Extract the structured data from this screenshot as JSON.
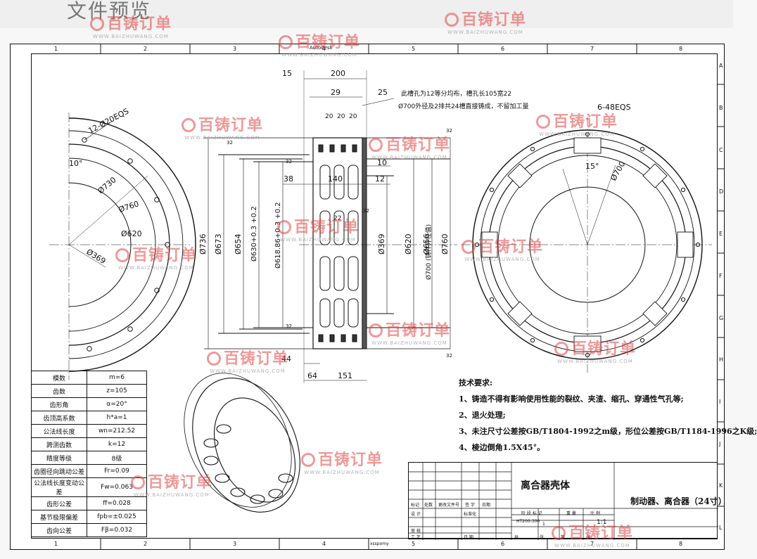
{
  "header": {
    "title": "文件预览"
  },
  "watermark": {
    "brand": "百铸订单",
    "url": "WWW.BAIZHUWANG.COM",
    "color": "#e14646"
  },
  "frame": {
    "col_numbers": [
      "1",
      "2",
      "3",
      "4",
      "5",
      "6",
      "7",
      "8"
    ],
    "row_letters": [
      "A",
      "B",
      "C",
      "D",
      "E",
      "F",
      "G",
      "H",
      "I",
      "J",
      "K",
      "L"
    ],
    "autodesk_label": "Autodesk",
    "user_label": "xsspomy"
  },
  "notes": {
    "top_note_1": "此槽孔为12等分均布，槽孔长105宽22",
    "top_note_2": "Ø700外径及2排共24槽直接铸成，不留加工量",
    "left_note": "12-Ø20EQS",
    "right_note": "6-48EQS"
  },
  "dims": {
    "d15": "15",
    "d200": "200",
    "d29": "29",
    "d25": "25",
    "d20a": "20",
    "d20b": "20",
    "d20c": "20",
    "d10": "10",
    "d38": "38",
    "d140": "140",
    "d12": "12",
    "d22": "22",
    "d44": "44",
    "d64": "64",
    "d151": "151",
    "phi736": "Ø736",
    "phi673": "Ø673",
    "phi654": "Ø654",
    "phi630": "Ø630+0.3 +0.2",
    "phi618": "Ø618.86+0.3 +0.2",
    "phi369": "Ø369",
    "phi620": "Ø620",
    "phi656": "Ø656",
    "phi700": "Ø700 (铸件外径值)",
    "phi760": "Ø760",
    "left_phi730": "Ø730",
    "left_phi760": "Ø760",
    "left_phi620": "Ø620",
    "left_phi369": "Ø369",
    "left_angle": "10°",
    "right_angle": "15°",
    "right_phi700": "Ø700",
    "roughness": "32"
  },
  "params": [
    {
      "k": "模数",
      "v": "m=6"
    },
    {
      "k": "齿数",
      "v": "z=105"
    },
    {
      "k": "齿形角",
      "v": "α=20°"
    },
    {
      "k": "齿顶高系数",
      "v": "h*a=1"
    },
    {
      "k": "公法线长度",
      "v": "wn=212.52"
    },
    {
      "k": "跨测齿数",
      "v": "k=12"
    },
    {
      "k": "精度等级",
      "v": "8级"
    },
    {
      "k": "齿圈径向跳动公差",
      "v": "Fr=0.09"
    },
    {
      "k": "公法线长度变动公差",
      "v": "Fw=0.063"
    },
    {
      "k": "齿形公差",
      "v": "ff=0.028"
    },
    {
      "k": "基节极限偏差",
      "v": "fpb=±0.025"
    },
    {
      "k": "齿向公差",
      "v": "Fβ=0.032"
    }
  ],
  "tech": {
    "heading": "技术要求:",
    "items": [
      "1、铸造不得有影响使用性能的裂纹、夹渣、缩孔、穿通性气孔等;",
      "2、退火处理;",
      "3、未注尺寸公差按GB/T1804-1992之m级，形位公差按GB/T1184-1996之K级;",
      "4、棱边倒角1.5X45°。"
    ]
  },
  "titleblock": {
    "part_title": "离合器壳体",
    "drawing_name": "制动器、离合器（24寸）",
    "material": "HT200-300",
    "scale": "1:1",
    "count": "1",
    "labels": {
      "mark": "标记",
      "count": "处数",
      "doc": "更改文件号",
      "sign": "签 字",
      "date": "日期",
      "design": "设 计",
      "std": "标准化",
      "stage": "阶 段 标 记",
      "weight": "重 量",
      "ratio": "比 例",
      "review": "审 核",
      "craft": "工 艺",
      "date2": "日 期",
      "sheet_total": "共",
      "sheet_num": "第",
      "zhang": "张"
    }
  }
}
